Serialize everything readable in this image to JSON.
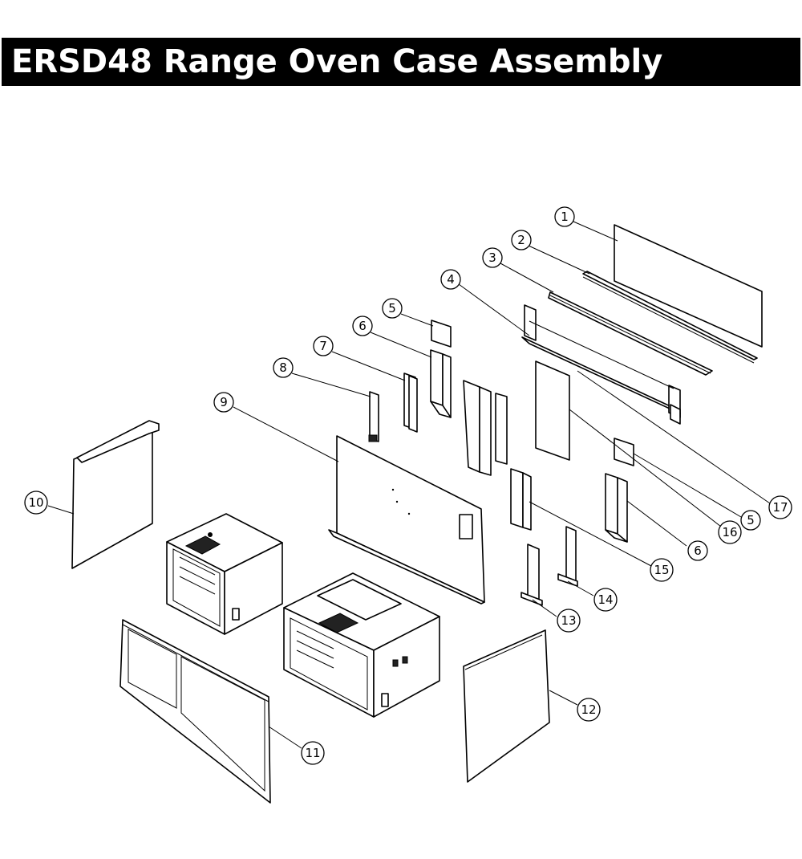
{
  "title": "ERSD48 Range Oven Case Assembly",
  "callouts": [
    "1",
    "2",
    "3",
    "4",
    "5",
    "6",
    "7",
    "8",
    "9",
    "10",
    "11",
    "12",
    "13",
    "14",
    "15",
    "16",
    "5",
    "6",
    "17"
  ],
  "colors": {
    "title_bar": "#000000",
    "title_text": "#ffffff",
    "line_art": "#000000",
    "background": "#ffffff"
  }
}
